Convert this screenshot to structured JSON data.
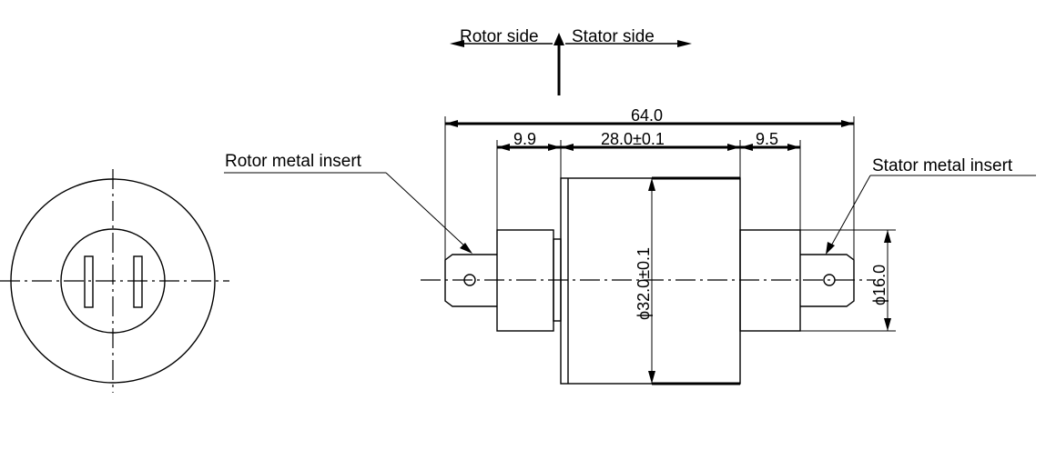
{
  "direction": {
    "left_label": "Rotor side",
    "right_label": "Stator  side"
  },
  "labels": {
    "rotor_insert": "Rotor metal insert",
    "stator_insert": "Stator metal insert"
  },
  "dimensions": {
    "overall_length": "64.0",
    "rotor_lead": "9.9",
    "body_length": "28.0±0.1",
    "stator_lead": "9.5",
    "body_diameter": "ϕ32.0±0.1",
    "lead_diameter": "ϕ16.0"
  }
}
